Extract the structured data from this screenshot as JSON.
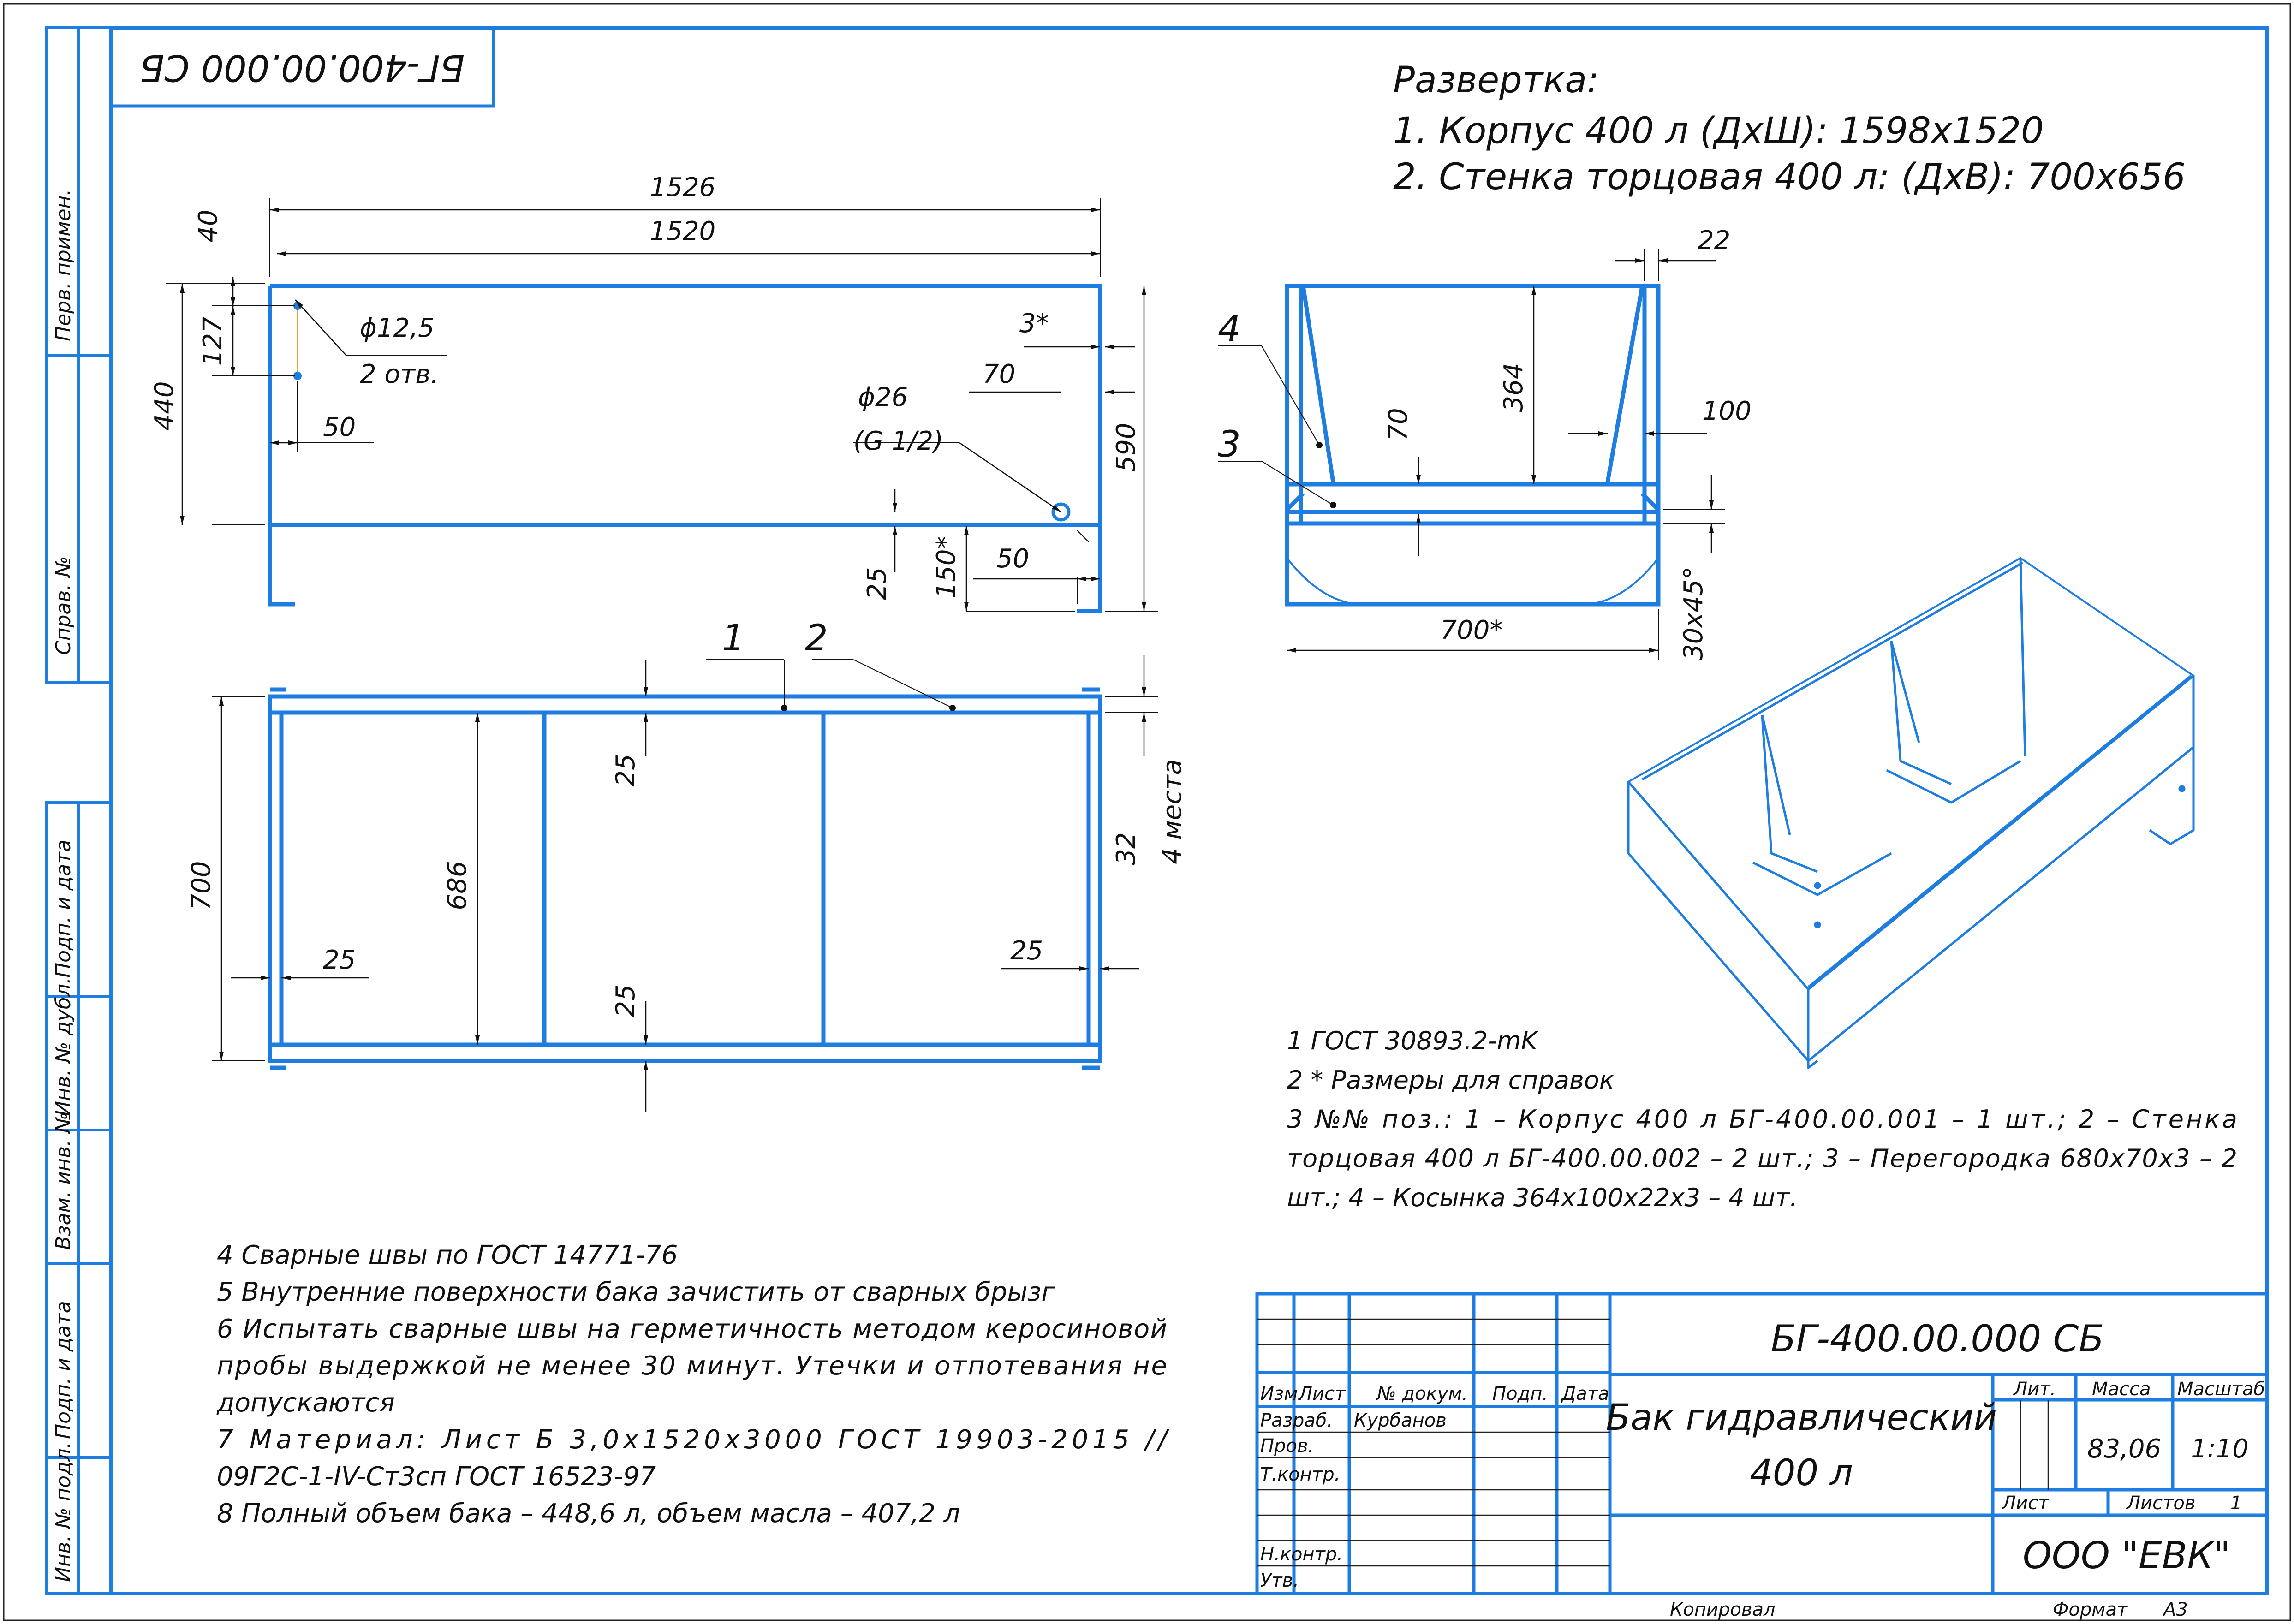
{
  "stamp": {
    "code_rotated": "БГ-400.00.000 СБ",
    "code": "БГ-400.00.000 СБ",
    "name_line1": "Бак гидравлический",
    "name_line2": "400 л",
    "lit": "Лит.",
    "mass_label": "Масса",
    "scale_label": "Масштаб",
    "mass": "83,06",
    "scale": "1:10",
    "sheet_label": "Лист",
    "sheets_label": "Листов",
    "sheets": "1",
    "company": "ООО \"ЕВК\"",
    "copied": "Копировал",
    "format_label": "Формат",
    "format": "А3",
    "col_izm": "Изм.",
    "col_list": "Лист",
    "col_doc": "№ докум.",
    "col_sign": "Подп.",
    "col_date": "Дата",
    "row_razrab": "Разраб.",
    "razrab_name": "Курбанов",
    "row_prov": "Пров.",
    "row_tkontr": "Т.контр.",
    "row_nkontr": "Н.контр.",
    "row_utv": "Утв."
  },
  "side_fields": [
    "Перв. примен.",
    "Справ. №",
    "Подп. и дата",
    "Инв. № дубл.",
    "Взам. инв. №",
    "Подп. и дата",
    "Инв. № подл."
  ],
  "unfold": {
    "title": "Развертка:",
    "line1": "1. Корпус 400 л (ДхШ): 1598х1520",
    "line2": "2. Стенка торцовая 400 л: (ДхВ): 700х656"
  },
  "dims_front": {
    "d1526": "1526",
    "d1520": "1520",
    "d40": "40",
    "d127": "127",
    "d440": "440",
    "d50a": "50",
    "hole1": "ϕ12,5",
    "hole1b": "2 отв.",
    "d3": "3*",
    "d70": "70",
    "hole2": "ϕ26",
    "hole2b": "(G 1/2)",
    "d590": "590",
    "d25": "25",
    "d150": "150*",
    "d50b": "50"
  },
  "dims_side": {
    "d22": "22",
    "d364": "364",
    "d70": "70",
    "d100": "100",
    "d700": "700*",
    "d30": "30х45°",
    "pos4": "4",
    "pos3": "3"
  },
  "dims_top": {
    "pos1": "1",
    "pos2": "2",
    "d700": "700",
    "d686": "686",
    "d25a": "25",
    "d25b": "25",
    "d25c": "25",
    "d25d": "25",
    "d32": "32",
    "places": "4 места"
  },
  "notes_right": [
    "1 ГОСТ 30893.2-mK",
    "2  * Размеры для справок",
    "3 №№ поз.: 1 – Корпус 400 л БГ-400.00.001 – 1 шт.; 2 – Стенка",
    "торцовая 400 л БГ-400.00.002 – 2 шт.; 3 – Перегородка 680х70х3 – 2",
    "шт.; 4 – Косынка 364х100х22х3 – 4 шт."
  ],
  "notes_left": [
    "4  Сварные швы по ГОСТ 14771-76",
    "5  Внутренние поверхности бака зачистить от сварных брызг",
    "6  Испытать сварные швы  на герметичность методом керосиновой",
    "пробы выдержкой не менее 30 минут. Утечки и отпотевания не",
    "допускаются",
    "7 Материал:  Лист  Б  3,0х1520х3000  ГОСТ  19903-2015  //",
    "09Г2С-1-IV-Ст3сп ГОСТ 16523-97",
    "8  Полный объем бака – 448,6 л, объем масла – 407,2 л"
  ]
}
